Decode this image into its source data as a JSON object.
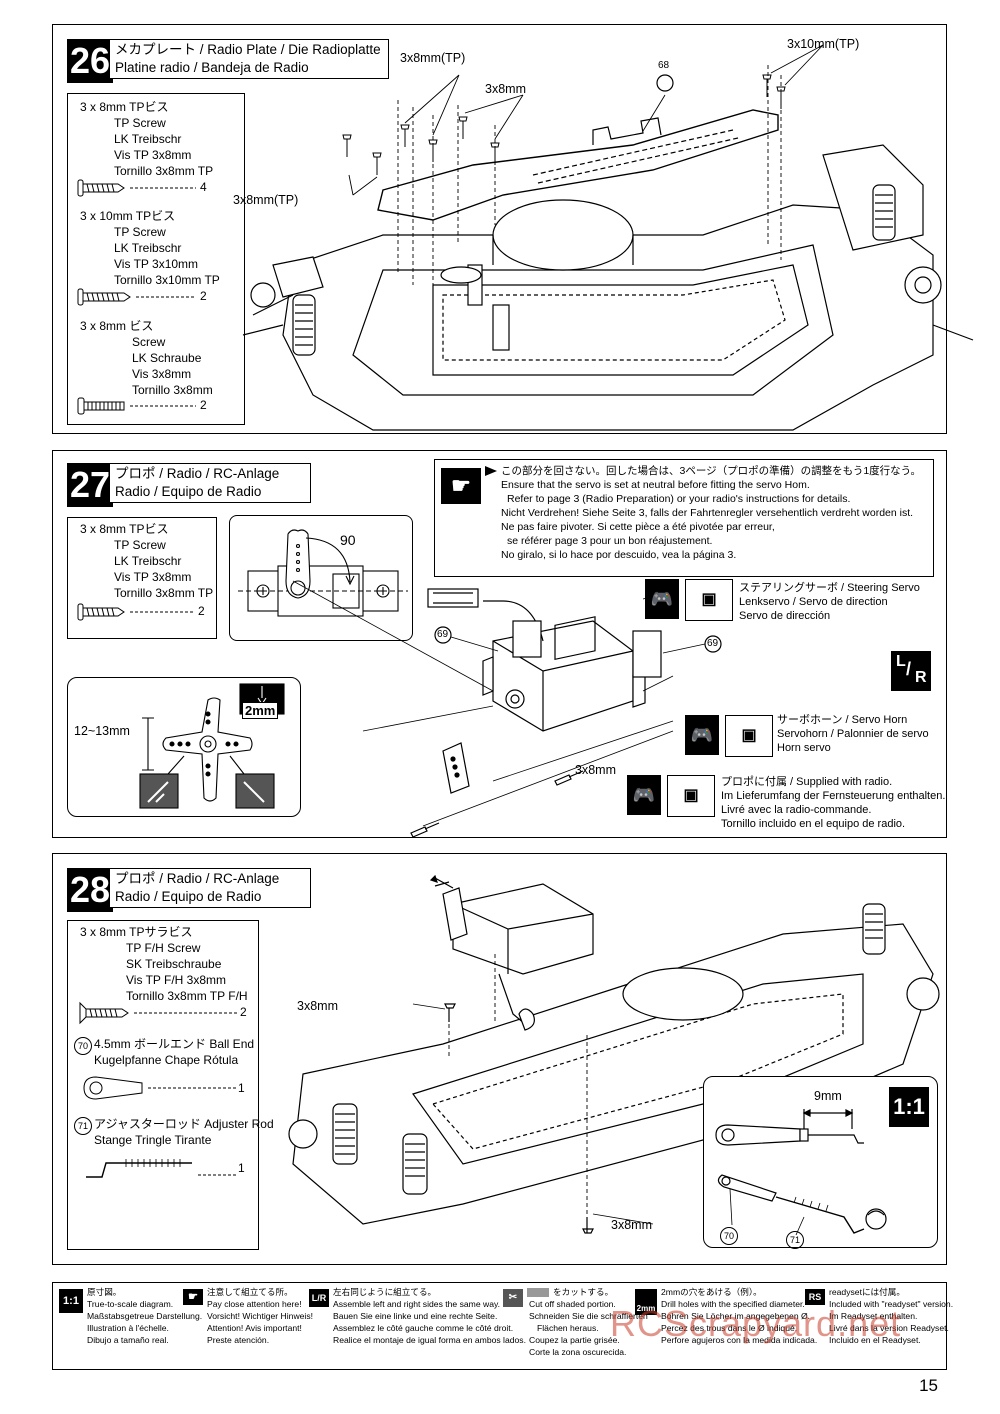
{
  "page_number": "15",
  "watermark": "RCScrapyard.net",
  "step26": {
    "number": "26",
    "title_line1": "メカプレート / Radio Plate / Die Radioplatte",
    "title_line2": "Platine radio / Bandeja de Radio",
    "parts": [
      {
        "size": "3 x 8mm  TPビス",
        "names": [
          "TP Screw",
          "LK Treibschr",
          "Vis TP 3x8mm",
          "Tornillo 3x8mm TP"
        ],
        "qty": "4"
      },
      {
        "size": "3 x 10mm  TPビス",
        "names": [
          "TP Screw",
          "LK Treibschr",
          "Vis TP 3x10mm",
          "Tornillo 3x10mm TP"
        ],
        "qty": "2"
      },
      {
        "size": "3 x 8mm  ビス",
        "names": [
          "Screw",
          "LK Schraube",
          "Vis 3x8mm",
          "Tornillo 3x8mm"
        ],
        "qty": "2"
      }
    ],
    "labels": {
      "tp_top": "3x8mm(TP)",
      "plain": "3x8mm",
      "tp_left": "3x8mm(TP)",
      "tp10": "3x10mm(TP)",
      "part68": "68"
    }
  },
  "step27": {
    "number": "27",
    "title_line1": "プロポ  / Radio / RC-Anlage",
    "title_line2": "Radio / Equipo de Radio",
    "parts": [
      {
        "size": "3 x 8mm  TPビス",
        "names": [
          "TP Screw",
          "LK Treibschr",
          "Vis TP 3x8mm",
          "Tornillo 3x8mm TP"
        ],
        "qty": "2"
      }
    ],
    "note_lines": [
      "この部分を回さない。回した場合は、3ページ（プロポの準備）の調整をもう1度行なう。",
      "Ensure that the servo is set at neutral before fitting the servo Hom.",
      "Refer to page 3 (Radio Preparation) or your radio's instructions for details.",
      "Nicht Verdrehen! Siehe Seite 3, falls der Fahrtenregler versehentlich verdreht worden ist.",
      "Ne pas faire pivoter. Si cette pièce a été pivotée par erreur,",
      "se référer page 3 pour un bon réajustement.",
      "No giralo, si lo hace por descuido, vea la página 3."
    ],
    "angle": "90",
    "horn_dim": "12~13mm",
    "drill": "2mm",
    "screw_label": "3x8mm",
    "part69a": "69",
    "part69b": "69",
    "lr": [
      "L",
      "R"
    ],
    "steering_servo": [
      "ステアリングサーボ / Steering Servo",
      "Lenkservo / Servo de direction",
      "Servo de dirección"
    ],
    "servo_horn": [
      "サーボホーン / Servo Horn",
      "Servohorn / Palonnier de servo",
      "Horn servo"
    ],
    "supplied": [
      "プロポに付属 / Supplied with radio.",
      "Im Lieferumfang der Fernsteuerung enthalten.",
      "Livré avec la radio-commande.",
      "Tornillo incluido en el equipo de radio."
    ]
  },
  "step28": {
    "number": "28",
    "title_line1": "プロポ  / Radio / RC-Anlage",
    "title_line2": "Radio / Equipo de Radio",
    "parts": [
      {
        "size": "3 x 8mm  TPサラビス",
        "names": [
          "TP F/H Screw",
          "SK Treibschraube",
          "Vis TP F/H 3x8mm",
          "Tornillo 3x8mm TP F/H"
        ],
        "qty": "2"
      }
    ],
    "ballend": {
      "num": "70",
      "title": "4.5mm ボールエンド  Ball End",
      "names": "Kugelpfanne  Chape  Rótula",
      "qty": "1"
    },
    "rod": {
      "num": "71",
      "title": "アジャスターロッド  Adjuster Rod",
      "names": "Stange   Tringle   Tirante",
      "qty": "1"
    },
    "screw_top": "3x8mm",
    "screw_bottom": "3x8mm",
    "dim_9mm": "9mm",
    "scale": "1:1",
    "part70": "70",
    "part71": "71"
  },
  "legend": [
    {
      "icon": "1:1",
      "lines": [
        "原寸図。",
        "True-to-scale diagram.",
        "Maßstabsgetreue Darstellung.",
        "Illustration à l'échelle.",
        "Dibujo a tamaño real."
      ]
    },
    {
      "icon": "hand",
      "lines": [
        "注意して組立てる所。",
        "Pay close attention here!",
        "Vorsicht!  Wichtiger Hinweis!",
        "Attention! Avis important!",
        "Preste atención."
      ]
    },
    {
      "icon": "L/R",
      "lines": [
        "左右同じように組立てる。",
        "Assemble left and right sides the same way.",
        "Bauen Sie eine linke und eine rechte Seite.",
        "Assemblez le côté gauche comme le côté droit.",
        "Realice el montaje de igual forma en ambos lados."
      ]
    },
    {
      "icon": "cut",
      "lines": [
        "をカットする。",
        "Cut off shaded portion.",
        "Schneiden Sie die schraffierten",
        "Flächen heraus.",
        "Coupez la partie grisée.",
        "Corte la zona oscurecida."
      ]
    },
    {
      "icon": "2mm",
      "lines": [
        "2mmの穴をあける（例）。",
        "Drill holes with the specified diameter.",
        "Bohren Sie Löcher im angegebenen Ø.",
        "Percez des trous dans le Ø indiqué.",
        "Perfore agujeros con la medida indicada."
      ]
    },
    {
      "icon": "readyset",
      "lines": [
        "readysetには付属。",
        "Included with \"readyset\" version.",
        "Im Readyset enthalten.",
        "Livré dans la version Readyset.",
        "Incluido en el Readyset."
      ]
    }
  ]
}
